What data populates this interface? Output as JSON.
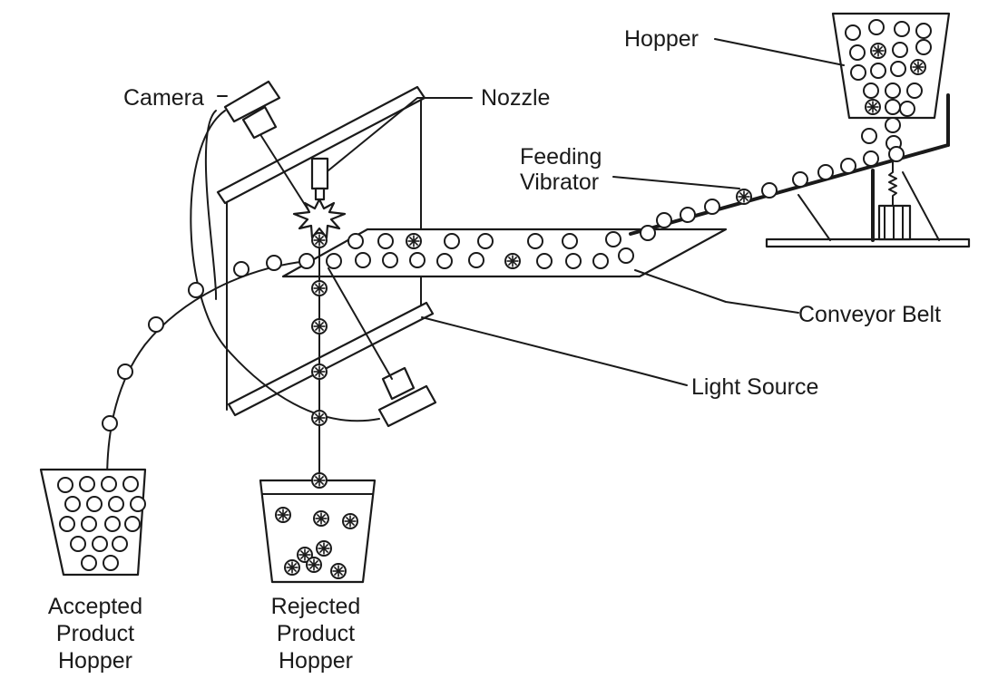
{
  "labels": {
    "hopper": "Hopper",
    "camera": "Camera",
    "nozzle": "Nozzle",
    "feeding_vibrator": [
      "Feeding",
      "Vibrator"
    ],
    "conveyor_belt": "Conveyor Belt",
    "light_source": "Light Source",
    "accepted_hopper": [
      "Accepted",
      "Product",
      "Hopper"
    ],
    "rejected_hopper": [
      "Rejected",
      "Product",
      "Hopper"
    ]
  },
  "colors": {
    "ink": "#1a1a1a",
    "background": "#ffffff"
  },
  "icons": {
    "good_product": "plain circle",
    "defective_product": "circle with spokes",
    "air_burst": "starburst"
  }
}
